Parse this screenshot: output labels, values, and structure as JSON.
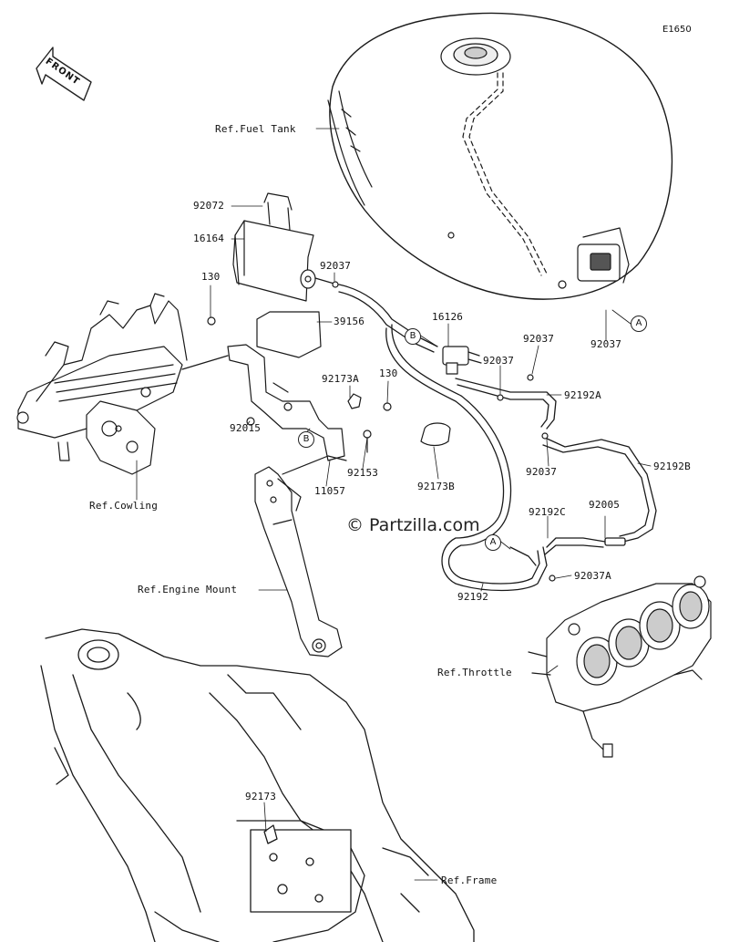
{
  "diagram_id": "E1650",
  "front_label": "FRONT",
  "watermark": "© Partzilla.com",
  "reference_labels": {
    "fuel_tank": "Ref.Fuel Tank",
    "cowling": "Ref.Cowling",
    "engine_mount": "Ref.Engine Mount",
    "throttle": "Ref.Throttle",
    "frame": "Ref.Frame"
  },
  "part_labels": {
    "p92072": "92072",
    "p16164": "16164",
    "p92037_top": "92037",
    "p130_left": "130",
    "p39156": "39156",
    "p16126": "16126",
    "p92037_upper_right": "92037",
    "p92037_mid": "92037",
    "p92192A": "92192A",
    "p92173A": "92173A",
    "p130_right": "130",
    "p92015": "92015",
    "p92153": "92153",
    "p11057": "11057",
    "p92037_lower": "92037",
    "p92192B": "92192B",
    "p92173B": "92173B",
    "p92192C": "92192C",
    "p92005": "92005",
    "p92037A": "92037A",
    "p92192": "92192",
    "p92037_tank": "92037",
    "p92173": "92173"
  },
  "markers": {
    "a_tank": "A",
    "a_hose": "A",
    "b_bracket": "B",
    "b_hose": "B"
  }
}
